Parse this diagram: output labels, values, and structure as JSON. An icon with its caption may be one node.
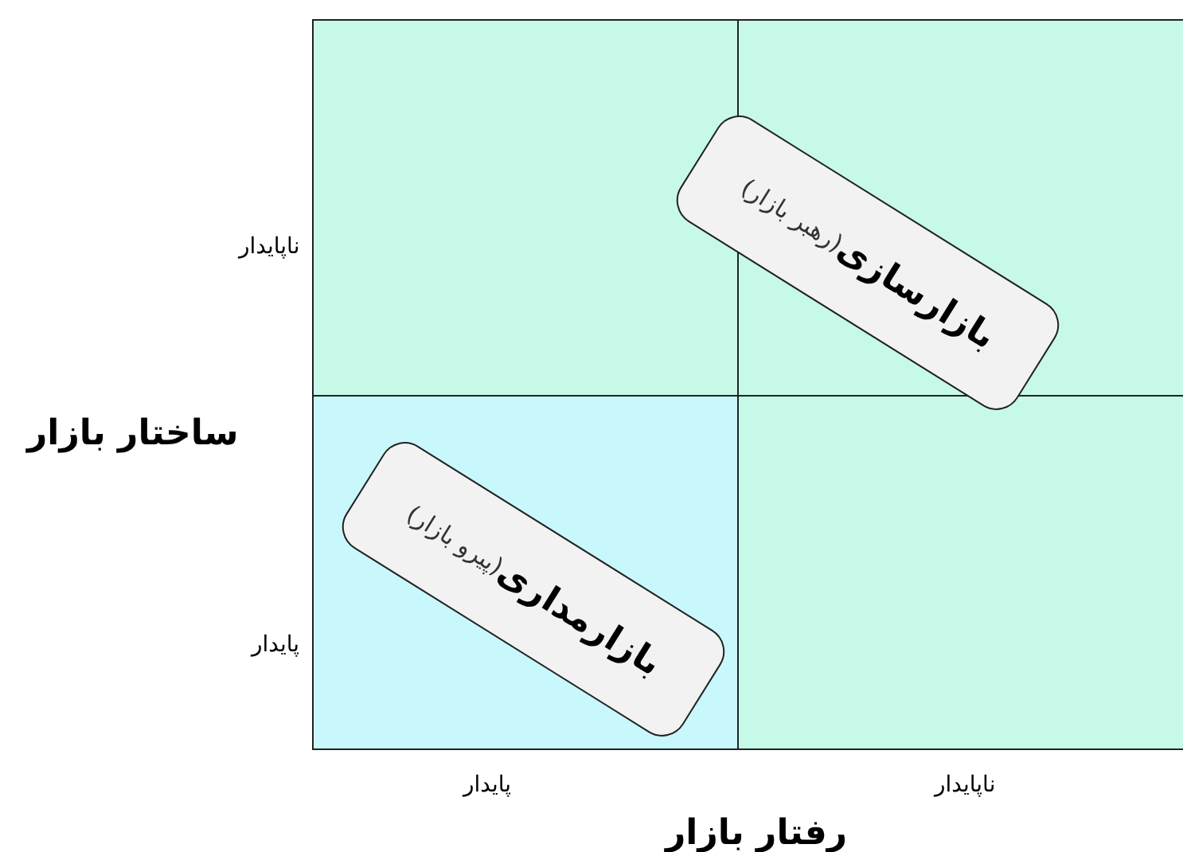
{
  "diagram": {
    "nodes": [
      {
        "text": [
          "**بازارسازی** (رهبر بازار)"
        ]
      },
      {
        "text": [
          "**بازارمداری** (پیرو بازار)"
        ]
      }
    ],
    "edges": [],
    "labels": [
      "ناپایدار",
      "ساختار بازار",
      "پایدار",
      "پایدار",
      "ناپایدار",
      "رفتار بازار"
    ]
  }
}
